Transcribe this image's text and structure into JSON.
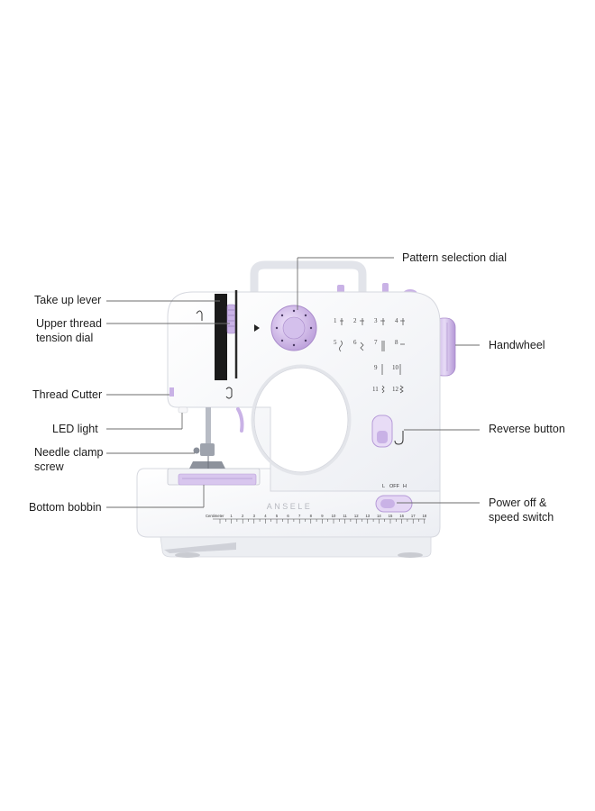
{
  "callouts": {
    "pattern_selection_dial": "Pattern selection dial",
    "take_up_lever": "Take up lever",
    "upper_thread_tension_dial": [
      "Upper thread",
      "tension dial"
    ],
    "thread_cutter": "Thread Cutter",
    "led_light": "LED light",
    "needle_clamp_screw": [
      "Needle clamp",
      "screw"
    ],
    "bottom_bobbin": "Bottom bobbin",
    "handwheel": "Handwheel",
    "reverse_button": "Reverse button",
    "power_speed_switch": [
      "Power off &",
      "speed switch"
    ]
  },
  "machine": {
    "brand": "ANSELE",
    "switch_positions": [
      "L",
      "OFF",
      "H"
    ],
    "ruler_unit": "Centimeter",
    "ruler_numbers": [
      "1",
      "2",
      "3",
      "4",
      "5",
      "6",
      "7",
      "8",
      "9",
      "10",
      "11",
      "12",
      "13",
      "14",
      "15",
      "16",
      "17",
      "18"
    ],
    "pattern_numbers": [
      "1",
      "2",
      "3",
      "4",
      "5",
      "6",
      "7",
      "8",
      "9",
      "10",
      "11",
      "12"
    ]
  },
  "colors": {
    "accent_lavender": "#c9b2e6",
    "body_white": "#ffffff",
    "shadow_grey": "#dcdde3"
  }
}
